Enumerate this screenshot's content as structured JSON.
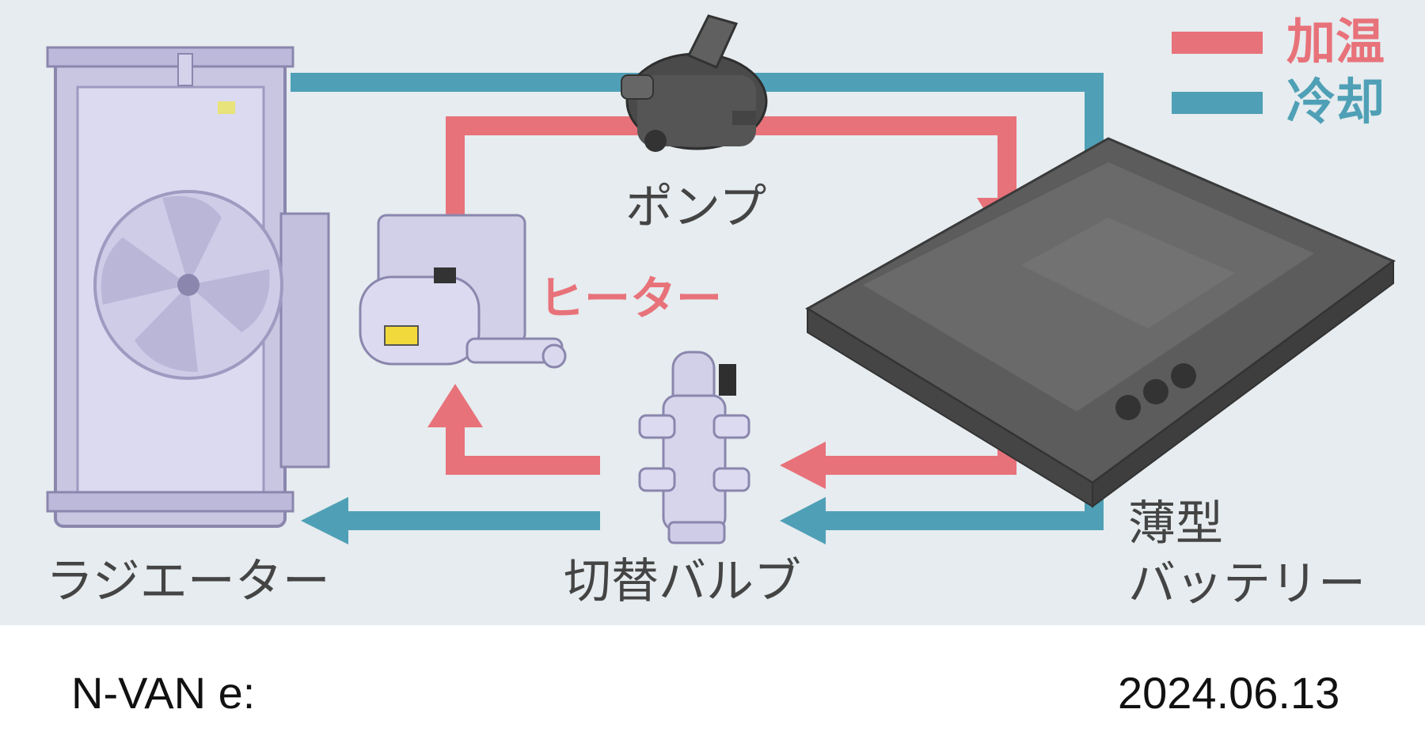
{
  "legend": {
    "heat_label": "加温",
    "cool_label": "冷却"
  },
  "components": {
    "pump": "ポンプ",
    "heater": "ヒーター",
    "radiator": "ラジエーター",
    "valve": "切替バルブ",
    "battery_line1": "薄型",
    "battery_line2": "バッテリー"
  },
  "footer": {
    "model": "N-VAN e:",
    "date": "2024.06.13"
  },
  "colors": {
    "heat": "#e8727a",
    "cool": "#4fa0b6",
    "background": "#e6ecef"
  }
}
